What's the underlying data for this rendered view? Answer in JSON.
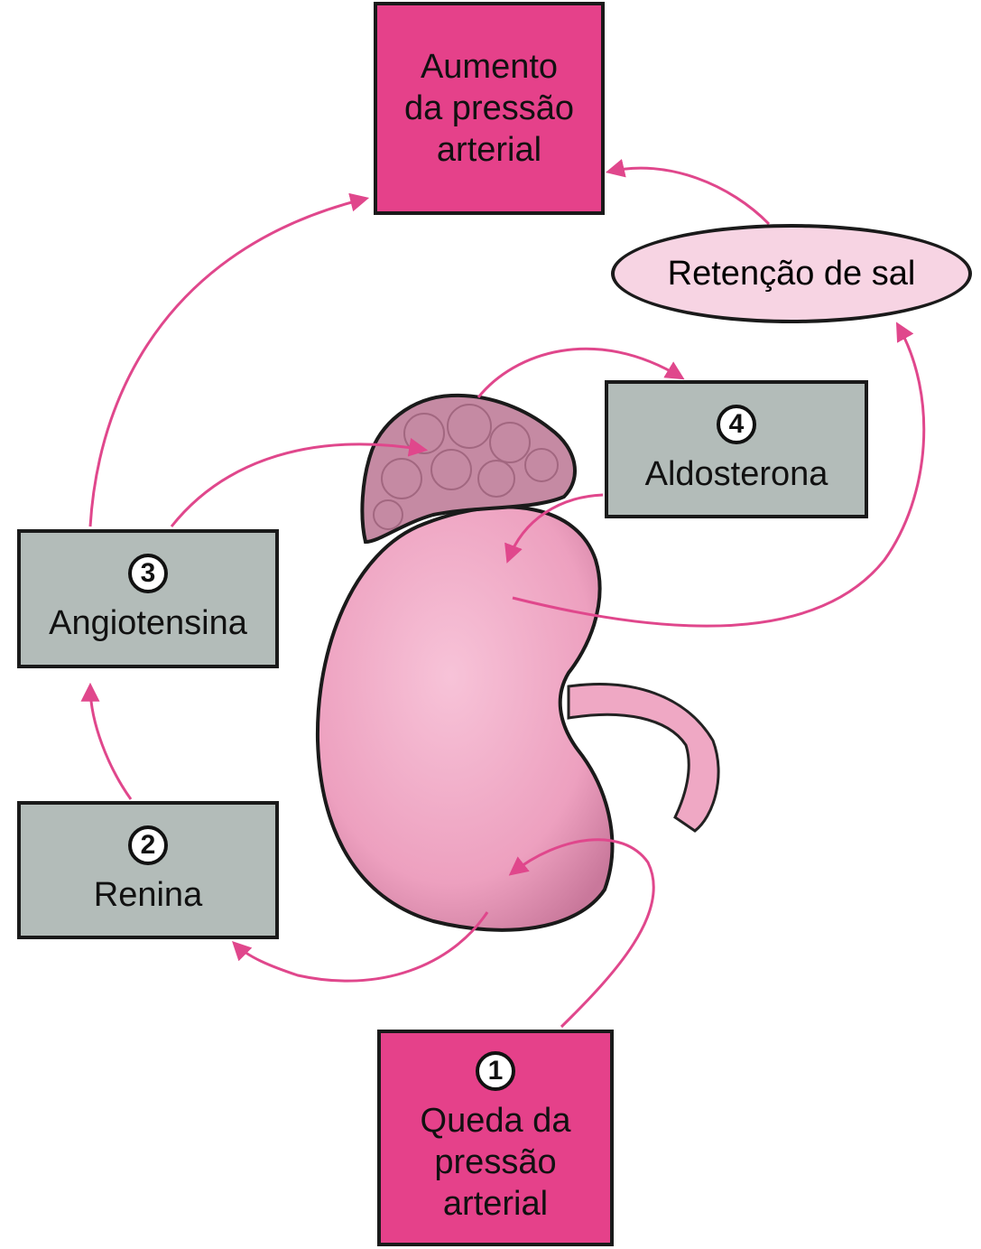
{
  "nodes": {
    "queda": {
      "number": "1",
      "label": "Queda da\npressão\narterial"
    },
    "renina": {
      "number": "2",
      "label": "Renina"
    },
    "angiotensina": {
      "number": "3",
      "label": "Angiotensina"
    },
    "aldosterona": {
      "number": "4",
      "label": "Aldosterona"
    },
    "retencao": {
      "label": "Retenção de sal"
    },
    "aumento": {
      "label": "Aumento\nda pressão\narterial"
    }
  },
  "colors": {
    "pink_box": "#e5418a",
    "gray_box": "#b3bcb9",
    "arrow": "#e0478c",
    "ellipse": "#f7d4e3",
    "kidney": "#f2aac6",
    "adrenal": "#c98aa5"
  }
}
